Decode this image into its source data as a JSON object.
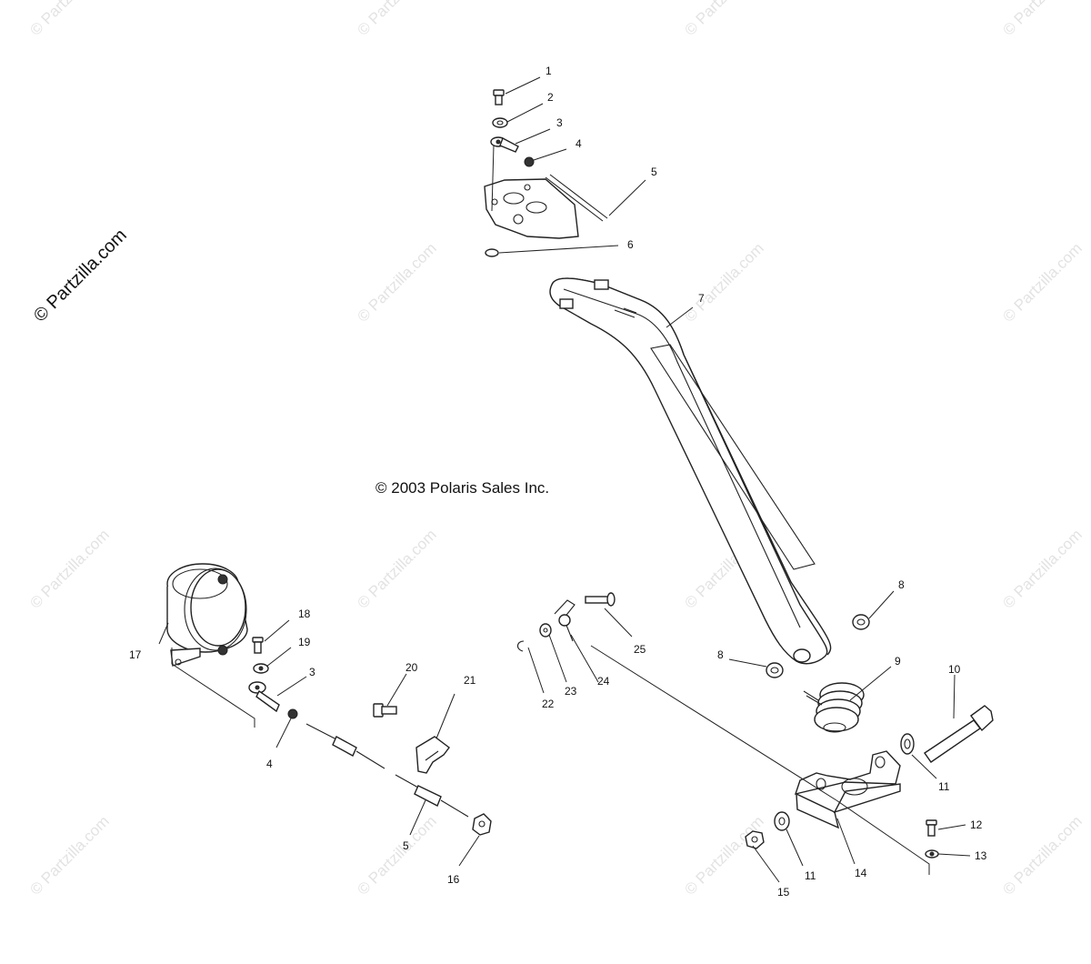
{
  "copyright": "© 2003 Polaris Sales Inc.",
  "side_watermark": "© Partzilla.com",
  "bg_watermark": "© Partzilla.com",
  "callouts": {
    "c1": "1",
    "c2": "2",
    "c3a": "3",
    "c4a": "4",
    "c5a": "5",
    "c6": "6",
    "c7": "7",
    "c8a": "8",
    "c8b": "8",
    "c9": "9",
    "c10": "10",
    "c11a": "11",
    "c11b": "11",
    "c12": "12",
    "c13": "13",
    "c14": "14",
    "c15": "15",
    "c16": "16",
    "c17": "17",
    "c18": "18",
    "c19": "19",
    "c20": "20",
    "c21": "21",
    "c22": "22",
    "c23": "23",
    "c24": "24",
    "c25": "25",
    "c3b": "3",
    "c4b": "4",
    "c5b": "5"
  }
}
